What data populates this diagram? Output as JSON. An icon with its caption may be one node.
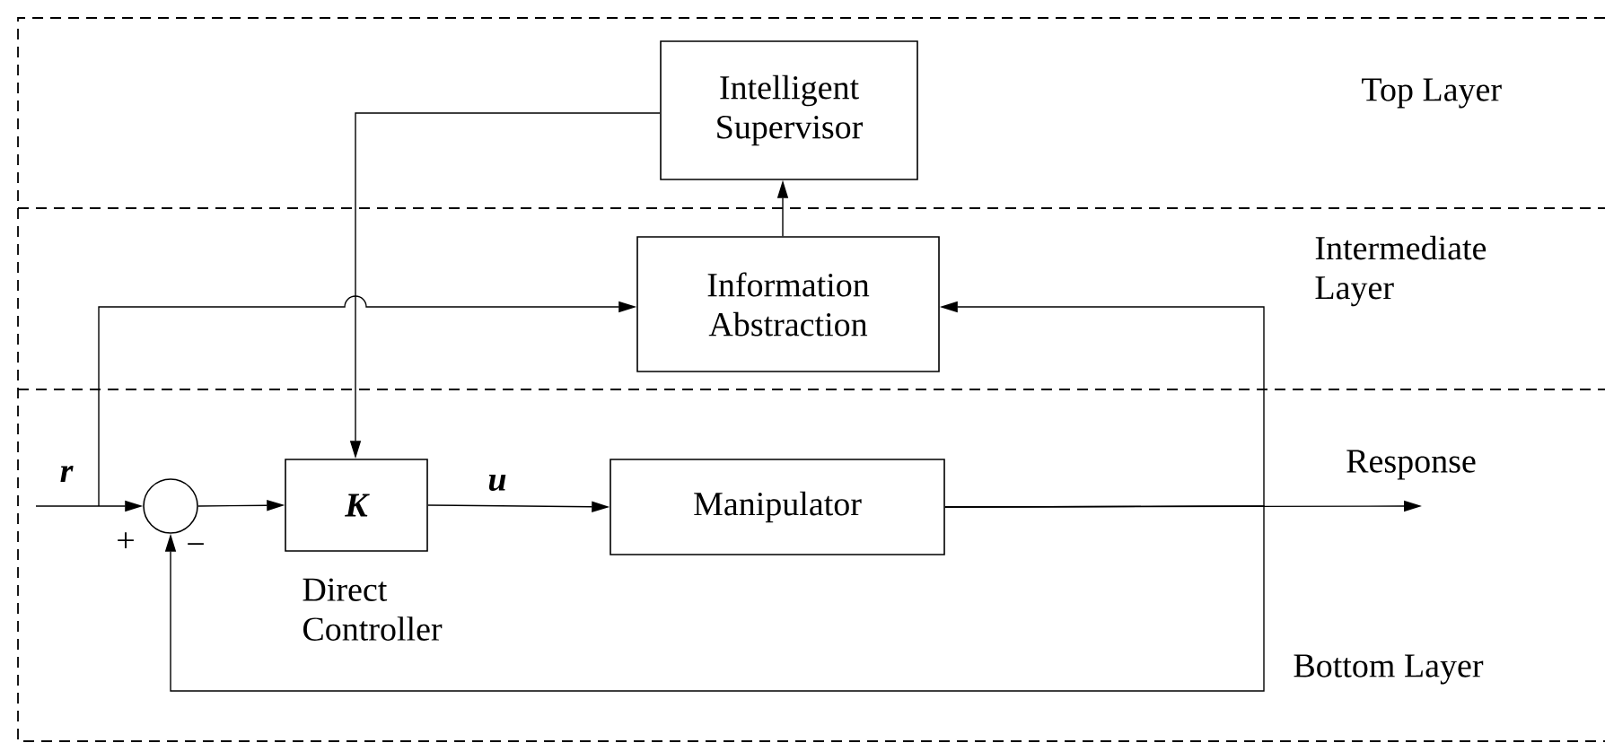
{
  "diagram": {
    "nodes": [
      {
        "text": [
          "Intelligent Supervisor"
        ]
      },
      {
        "text": [
          "Information Abstraction"
        ]
      },
      {
        "text": [],
        "shape": "circle"
      },
      {
        "text": [
          "K"
        ],
        "beside": [
          "Direct Controller"
        ]
      },
      {
        "text": [
          "Manipulator"
        ]
      }
    ],
    "edges": [
      {
        "from": null,
        "to": 2,
        "arrow": "to",
        "label": "r"
      },
      {
        "from": null,
        "to": 1,
        "arrow": "to"
      },
      {
        "from": 2,
        "to": 3,
        "arrow": "to"
      },
      {
        "from": 3,
        "to": 4,
        "arrow": "to",
        "label": "u"
      },
      {
        "from": 4,
        "to": null,
        "arrow": "to",
        "label": "Response"
      },
      {
        "from": 4,
        "to": 1,
        "arrow": "to"
      },
      {
        "from": 4,
        "to": 2,
        "arrow": "to"
      },
      {
        "from": 1,
        "to": 0,
        "arrow": "to"
      },
      {
        "from": 0,
        "to": 3,
        "arrow": "to"
      }
    ],
    "labels": [
      "Top Layer",
      "Intermediate Layer",
      "+",
      "−",
      "Bottom Layer"
    ]
  }
}
